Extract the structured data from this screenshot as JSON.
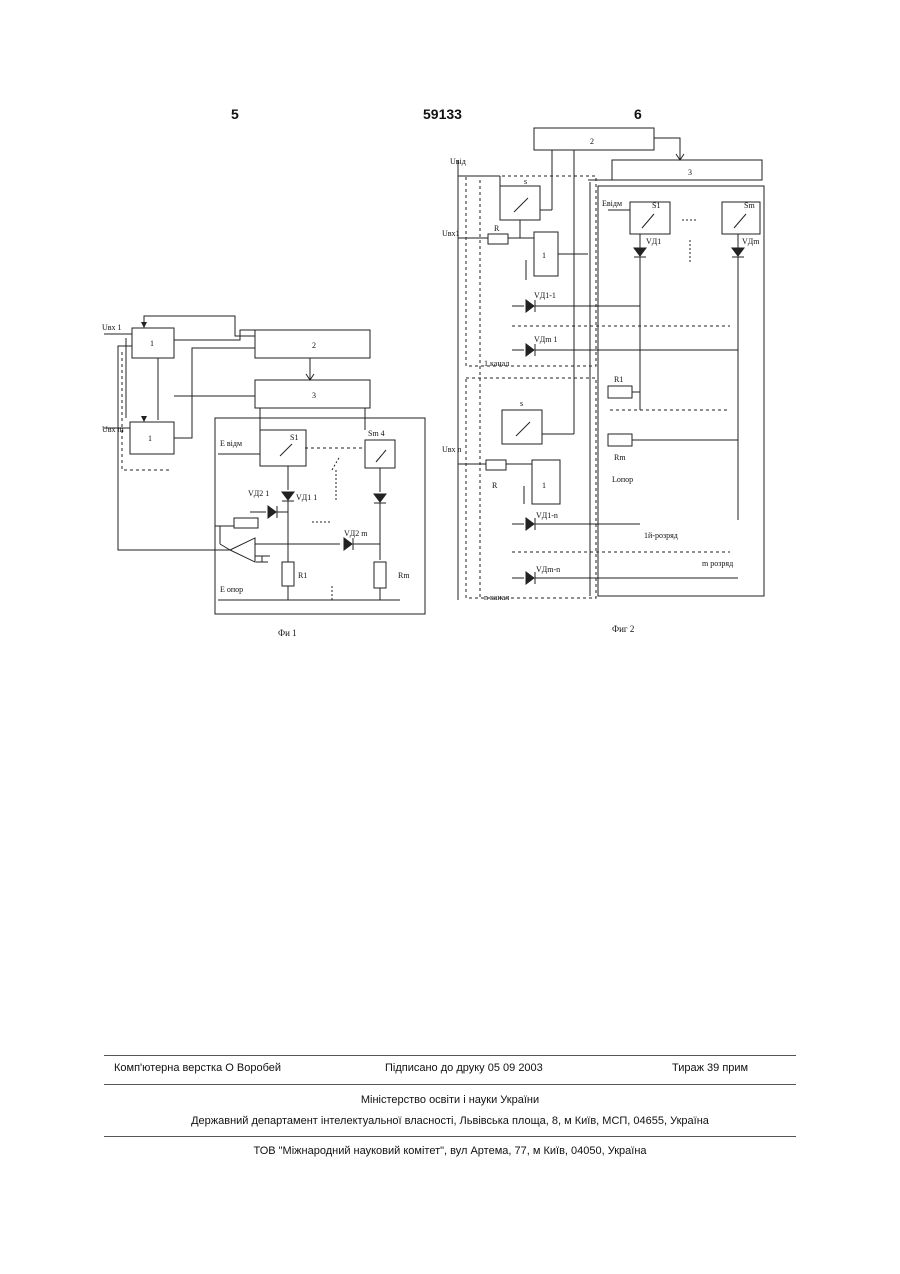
{
  "header": {
    "left_page": "5",
    "patent_number": "59133",
    "right_page": "6"
  },
  "figure1": {
    "caption": "Фи 1",
    "labels": {
      "uin1": "Uвх 1",
      "uinm": "Uвх m",
      "b1a": "1",
      "b1b": "1",
      "b2": "2",
      "b3": "3",
      "evidm": "E відм",
      "s1": "S1",
      "sm": "Sm 4",
      "vd21": "VД2 1",
      "vd11": "VД1 1",
      "vd2m": "VД2 m",
      "r1": "R1",
      "rm": "Rm",
      "eopor": "E опор"
    }
  },
  "figure2": {
    "caption": "Фиг 2",
    "labels": {
      "b2": "2",
      "b3": "3",
      "uvidm": "Uвід",
      "uin1": "Uвх1",
      "r": "R",
      "s_top": "s",
      "blk1": "1",
      "evidm": "Eвідм",
      "s1": "S1",
      "sm": "Sm",
      "vd1": "VД1",
      "vdm": "VДm",
      "vd11": "VД1-1",
      "vdm1": "VДm 1",
      "kanal1": "1 канал",
      "r1": "R1",
      "rm": "Rm",
      "lopor": "Lопор",
      "s_bot": "s",
      "uinn": "Uвх n",
      "r_bot": "R",
      "blk1b": "1",
      "vd1n": "VД1-n",
      "razr1": "1й-розряд",
      "vdmn": "VДm-n",
      "razrm": "m розряд",
      "kanaln": "n канал"
    }
  },
  "footer": {
    "layout": "Комп'ютерна верстка О  Воробей",
    "signed": "Підписано до друку 05 09 2003",
    "circulation": "Тираж 39 прим",
    "ministry": "Міністерство освіти і науки України",
    "department": "Державний департамент інтелектуальної власності, Львівська площа, 8, м  Київ, МСП, 04655, Україна",
    "company": "ТОВ \"Міжнародний науковий комітет\", вул  Артема, 77, м  Київ, 04050, Україна"
  }
}
